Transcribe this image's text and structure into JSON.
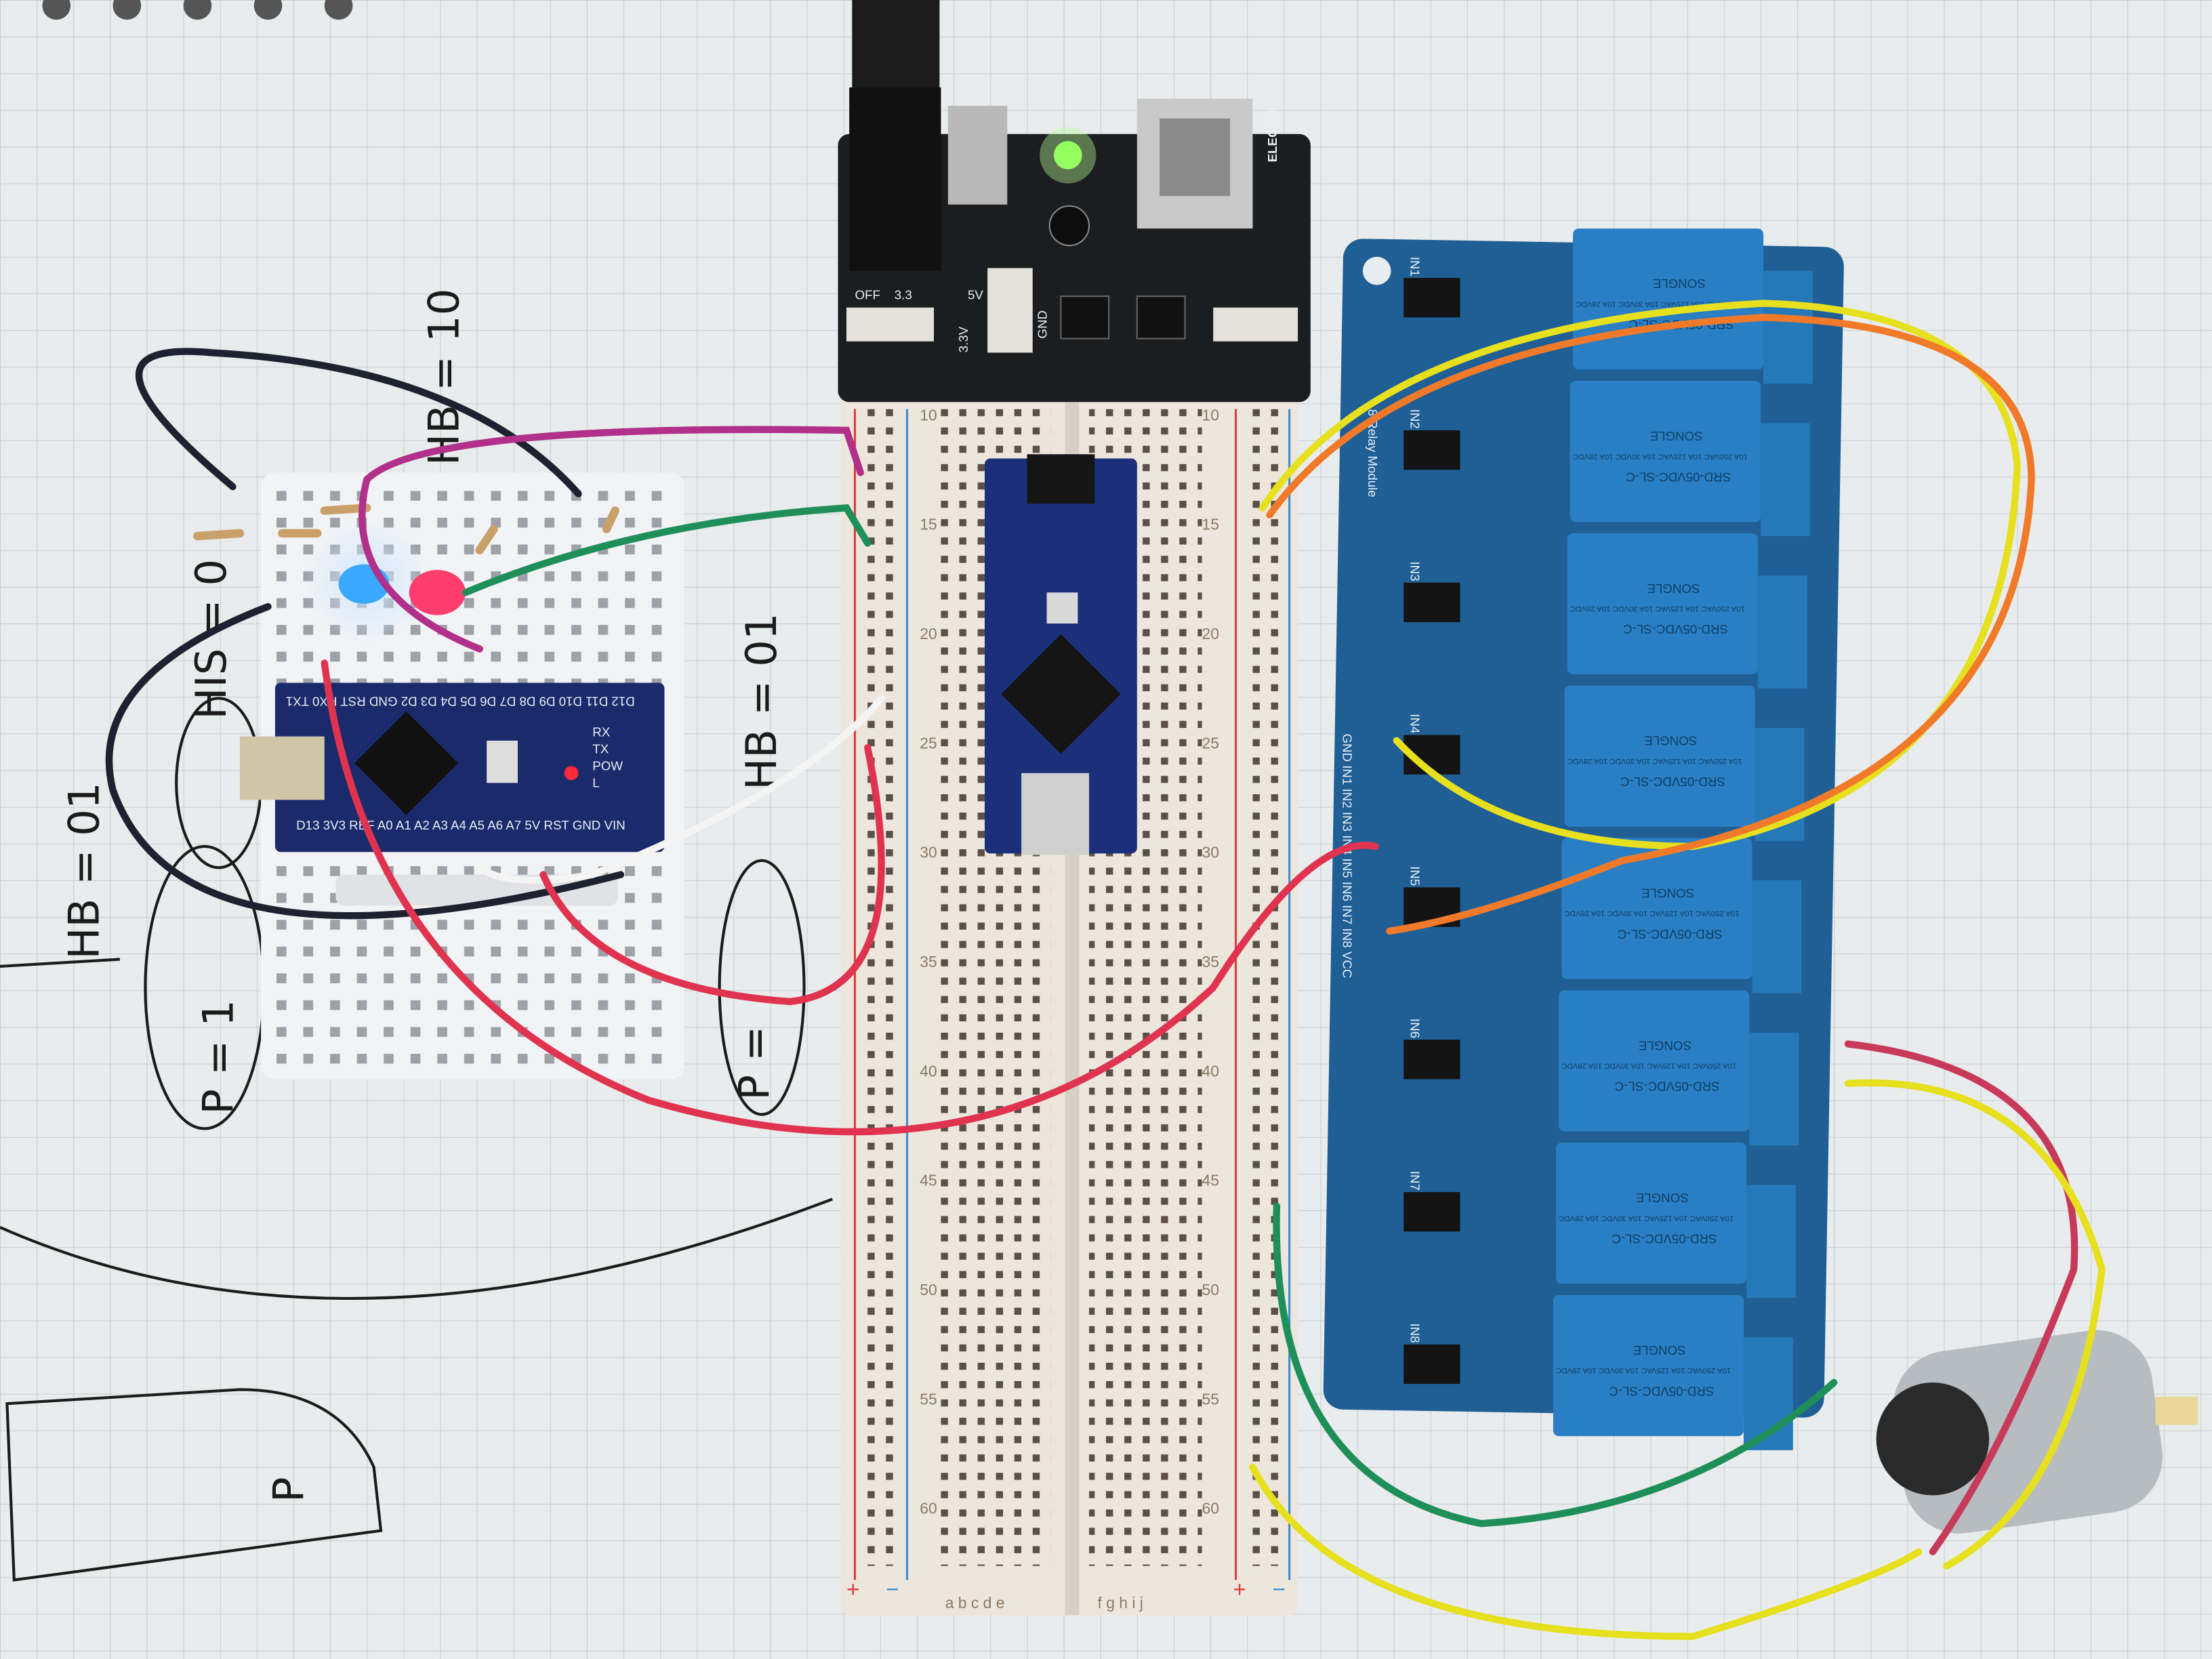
{
  "handwritten_notes": {
    "hb_10": "HB = 10",
    "his_0": "HIS = 0",
    "hb_01_left": "HB = 01",
    "hb_01_right": "HB = 01",
    "p_1": "P = 1",
    "p_0": "P =",
    "p_box": "P"
  },
  "power_module": {
    "brand": "ELEGOO",
    "labels": [
      "OFF",
      "3.3",
      "5V",
      "3.3V",
      "GND"
    ],
    "led_color": "#7cff3a"
  },
  "main_breadboard": {
    "row_numbers": [
      "10",
      "15",
      "20",
      "25",
      "30",
      "35",
      "40",
      "45",
      "50",
      "55",
      "60"
    ],
    "columns_left": "a b c d e",
    "columns_right": "f g h i j",
    "rail_plus": "+",
    "rail_minus": "−"
  },
  "arduino_nano": {
    "top_pins": "D12 D11 D10 D9 D8 D7 D6 D5 D4 D3 D2 GND RST RX0 TX1",
    "bottom_pins": "D13 3V3 REF A0 A1 A2 A3 A4 A5 A6 A7 5V RST GND VIN",
    "leds": [
      "RX",
      "TX",
      "POW",
      "L"
    ]
  },
  "indicator_leds": {
    "blue": "#3aa8ff",
    "red": "#ff3d6e"
  },
  "relay_module": {
    "title": "8 Relay Module",
    "inputs": [
      "IN1",
      "IN2",
      "IN3",
      "IN4",
      "IN5",
      "IN6",
      "IN7",
      "IN8"
    ],
    "header_pins": "GND IN1 IN2 IN3 IN4 IN5 IN6 IN7 IN8 VCC",
    "relay_brand": "SONGLE",
    "relay_model": "SRD-05VDC-SL-C",
    "relay_rating": "10A 250VAC 10A 125VAC 10A 30VDC 10A 28VDC",
    "pcb_color": "#1f5f95",
    "relay_color": "#2a7fc4"
  },
  "wire_colors": {
    "red": "#e0334f",
    "green": "#1f8f5a",
    "yellow": "#e6e01f",
    "orange": "#f07a2a",
    "black": "#1d2130",
    "white": "#f4f4f4",
    "magenta": "#b0308a"
  }
}
